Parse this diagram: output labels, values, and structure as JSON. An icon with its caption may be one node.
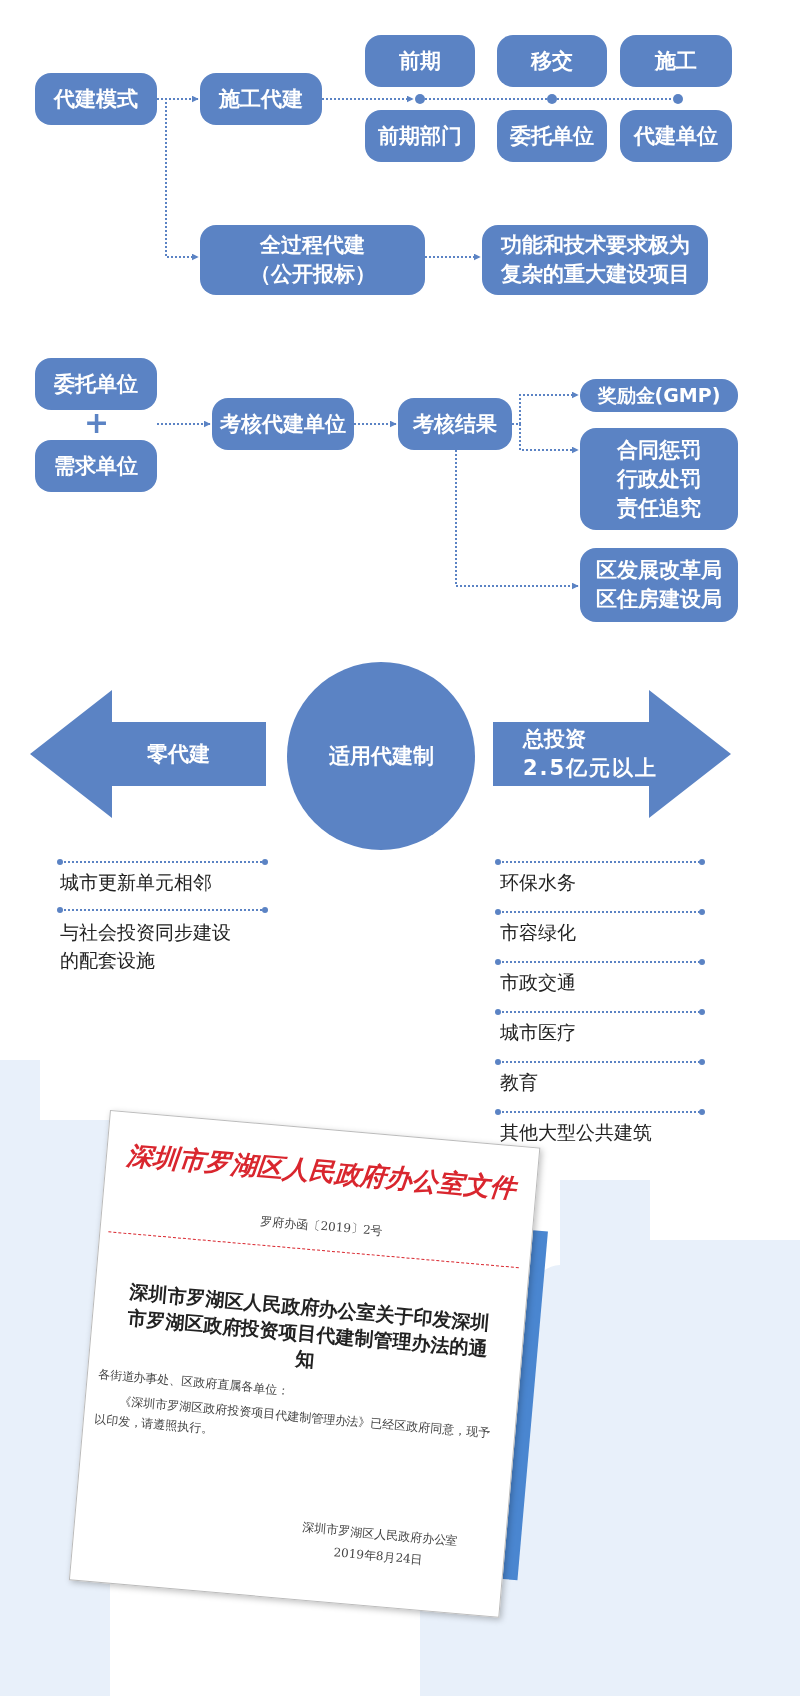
{
  "diagram": {
    "nodes": [
      {
        "text": [
          "代建模式"
        ]
      },
      {
        "text": [
          "施工代建"
        ]
      },
      {
        "text": [
          "前期"
        ]
      },
      {
        "text": [
          "移交"
        ]
      },
      {
        "text": [
          "施工"
        ]
      },
      {
        "text": [
          "前期部门"
        ]
      },
      {
        "text": [
          "委托单位"
        ]
      },
      {
        "text": [
          "代建单位"
        ]
      },
      {
        "text": [
          "全过程代建",
          "（公开报标）"
        ]
      },
      {
        "text": [
          "功能和技术要求极为复杂的重大建设项目"
        ]
      },
      {
        "text": [
          "委托单位"
        ]
      },
      {
        "text": [
          "需求单位"
        ]
      },
      {
        "text": [
          "考核代建单位"
        ]
      },
      {
        "text": [
          "考核结果"
        ]
      },
      {
        "text": [
          "奖励金(GMP)"
        ]
      },
      {
        "text": [
          "合同惩罚",
          "行政处罚",
          "责任追究"
        ]
      },
      {
        "text": [
          "区发展改革局",
          "区住房建设局"
        ]
      },
      {
        "text": [
          "零代建"
        ]
      },
      {
        "text": [
          "适用代建制"
        ]
      },
      {
        "text": [
          "总投资",
          "2.5亿元以上"
        ]
      },
      {
        "text": [],
        "shape": "circle"
      },
      {
        "text": [],
        "shape": "circle"
      },
      {
        "text": [],
        "shape": "circle"
      }
    ],
    "edges": [
      {
        "from": 0,
        "to": 1,
        "arrow": "to"
      },
      {
        "from": 0,
        "to": 8,
        "arrow": "to"
      },
      {
        "from": 1,
        "to": 20,
        "arrow": "to"
      },
      {
        "from": 20,
        "to": 21,
        "arrow": "none"
      },
      {
        "from": 21,
        "to": 22,
        "arrow": "none"
      },
      {
        "from": 8,
        "to": 9,
        "arrow": "to"
      },
      {
        "from": 10,
        "to": 12,
        "arrow": "to"
      },
      {
        "from": 11,
        "to": 12,
        "arrow": "to"
      },
      {
        "from": 12,
        "to": 13,
        "arrow": "to"
      },
      {
        "from": 13,
        "to": 14,
        "arrow": "to"
      },
      {
        "from": 13,
        "to": 15,
        "arrow": "to"
      },
      {
        "from": 13,
        "to": 16,
        "arrow": "to"
      }
    ],
    "labels": [
      "+",
      "城市更新单元相邻",
      "与社会投资同步建设的配套设施",
      "环保水务",
      "市容绿化",
      "市政交通",
      "城市医疗",
      "教育",
      "其他大型公共建筑",
      "深圳市罗湖区人民政府办公室文件",
      "罗府办函〔2019〕2号",
      "深圳市罗湖区人民政府办公室关于印发深圳市罗湖区政府投资项目代建制管理办法的通知",
      "各街道办事处、区政府直属各单位：",
      "《深圳市罗湖区政府投资项目代建制管理办法》已经区政府同意，现予以印发，请遵照执行。",
      "深圳市罗湖区人民政府办公室",
      "2019年8月24日"
    ]
  }
}
